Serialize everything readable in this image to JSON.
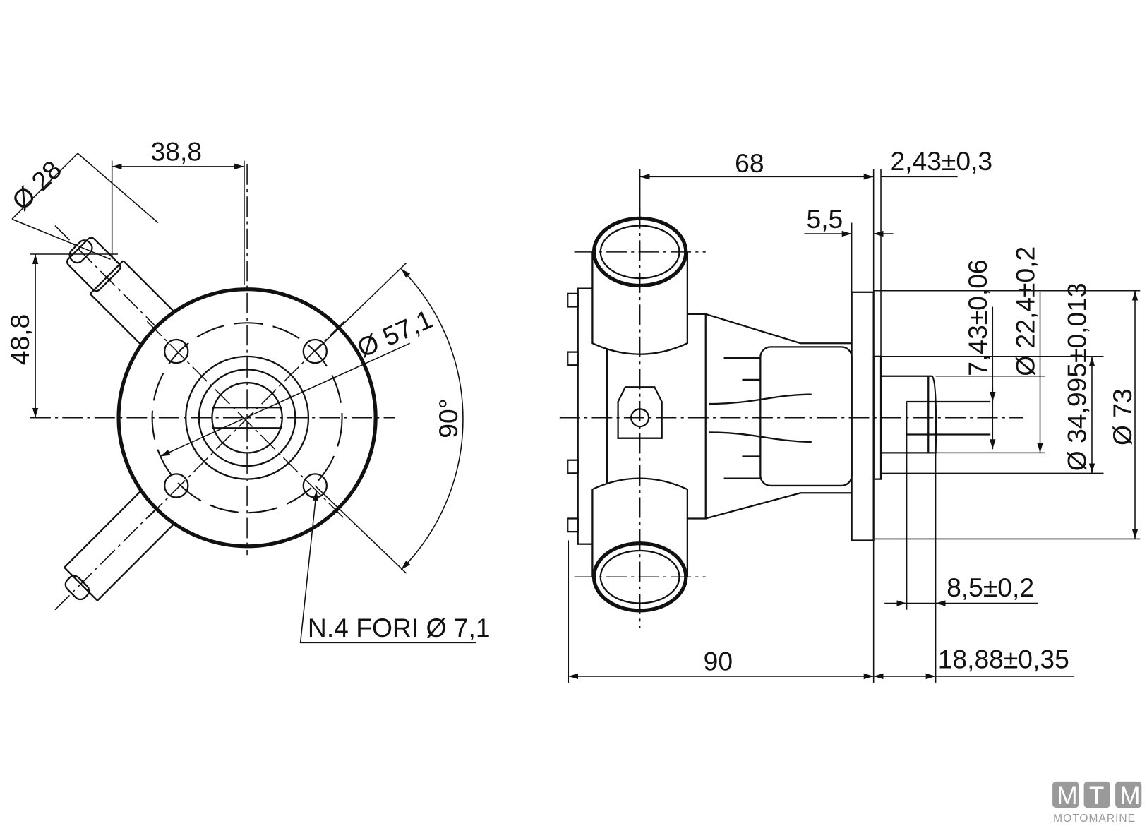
{
  "drawing": {
    "front_view": {
      "dim_inlet_diameter": "Ø 28",
      "dim_horizontal_offset": "38,8",
      "dim_vertical_offset": "48,8",
      "dim_bolt_circle": "Ø 57,1",
      "dim_angle": "90°",
      "holes_note": "N.4 FORI Ø 7,1"
    },
    "side_view": {
      "dim_68": "68",
      "dim_flange_offset": "2,43±0,3",
      "dim_5_5": "5,5",
      "dim_key_width": "7,43±0,06",
      "dim_shaft_dia": "Ø 22,4±0,2",
      "dim_pilot_dia": "Ø 34,995±0,013",
      "dim_flange_dia": "Ø 73",
      "dim_key_length": "8,5±0,2",
      "dim_total": "90",
      "dim_shaft_length": "18,88±0,35"
    }
  },
  "logo": {
    "letters": [
      "M",
      "T",
      "M"
    ],
    "tagline": "MOTOMARINE"
  }
}
